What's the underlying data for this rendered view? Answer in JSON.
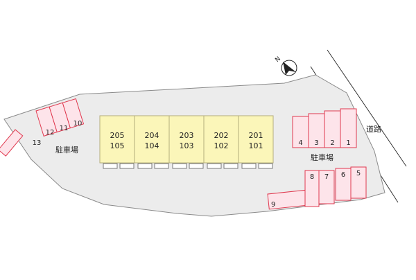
{
  "colors": {
    "lot_fill": "#ececec",
    "lot_stroke": "#8a8a8a",
    "unit_fill": "#fbf6b9",
    "unit_stroke": "#b3ad7a",
    "space_fill": "#fde4ea",
    "space_stroke": "#e0394f",
    "road_line": "#333333",
    "text": "#222222"
  },
  "compass": {
    "label": "N",
    "icon": "north-arrow-icon"
  },
  "road_label": "道路",
  "parking_labels": {
    "left": "駐車場",
    "right": "駐車場"
  },
  "units": [
    {
      "top": "205",
      "bottom": "105"
    },
    {
      "top": "204",
      "bottom": "104"
    },
    {
      "top": "203",
      "bottom": "103"
    },
    {
      "top": "202",
      "bottom": "102"
    },
    {
      "top": "201",
      "bottom": "101"
    }
  ],
  "parking_spaces": {
    "left_group": [
      "13",
      "12",
      "11",
      "10"
    ],
    "top_right": [
      "4",
      "3",
      "2",
      "1"
    ],
    "bottom_right": [
      "9",
      "8",
      "7",
      "6",
      "5"
    ]
  }
}
